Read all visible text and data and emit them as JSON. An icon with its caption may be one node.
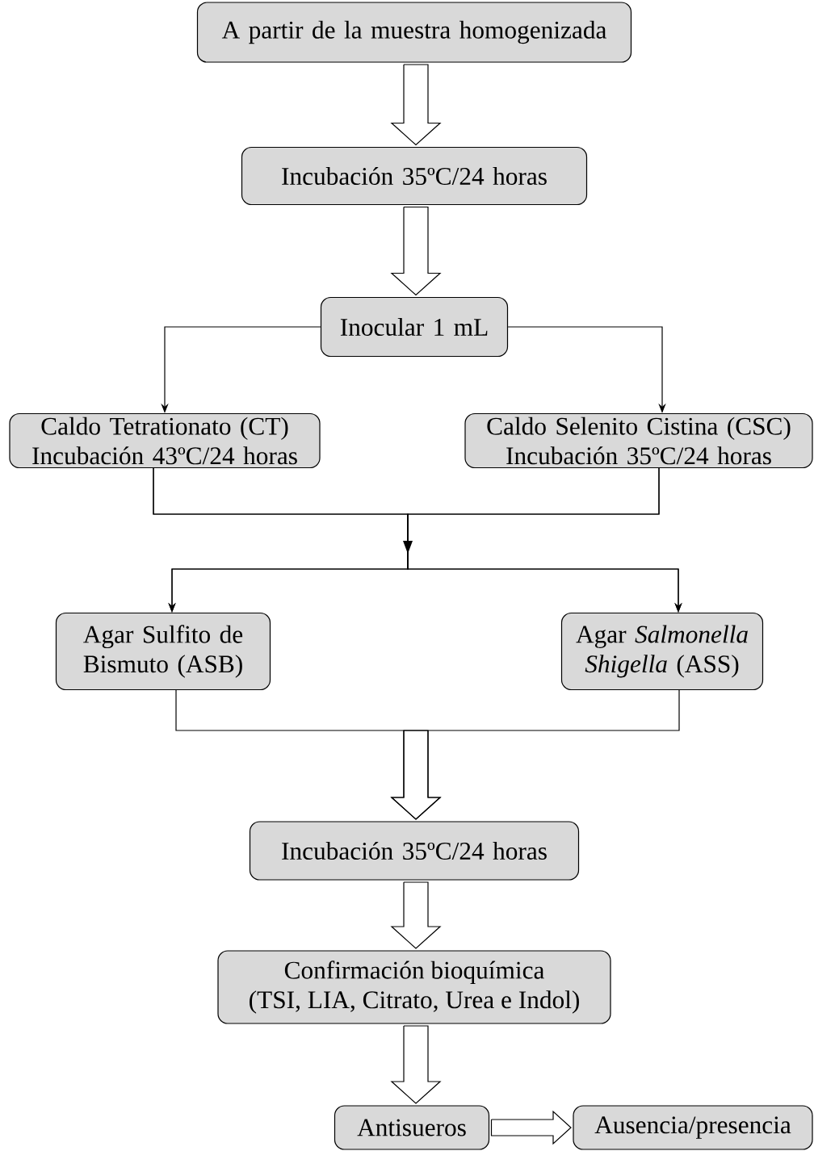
{
  "diagram": {
    "nodes": [
      {
        "text": [
          "A partir de la muestra homogenizada"
        ]
      },
      {
        "text": [
          "Incubación 35ºC/24 horas"
        ]
      },
      {
        "text": [
          "Inocular 1 mL"
        ]
      },
      {
        "text": [
          "Caldo Tetrationato (CT) Incubación 43ºC/24 horas"
        ]
      },
      {
        "text": [
          "Caldo Selenito Cistina (CSC) Incubación 35ºC/24 horas"
        ]
      },
      {
        "text": [
          "Agar Sulfito de Bismuto (ASB)"
        ]
      },
      {
        "text": [
          "Agar *Salmonella Shigella* (ASS)"
        ]
      },
      {
        "text": [
          "Incubación 35ºC/24 horas"
        ]
      },
      {
        "text": [
          "Confirmación bioquímica (TSI, LIA, Citrato, Urea e Indol)"
        ]
      },
      {
        "text": [
          "Antisueros"
        ]
      },
      {
        "text": [
          "Ausencia/presencia"
        ]
      }
    ],
    "edges": [
      {
        "from": 0,
        "to": 1,
        "arrow": "to",
        "style": "thick"
      },
      {
        "from": 1,
        "to": 2,
        "arrow": "to",
        "style": "thick"
      },
      {
        "from": 2,
        "to": 3,
        "arrow": "to"
      },
      {
        "from": 2,
        "to": 4,
        "arrow": "to"
      },
      {
        "from": 3,
        "to": 5,
        "arrow": "to"
      },
      {
        "from": 3,
        "to": 6,
        "arrow": "to"
      },
      {
        "from": 4,
        "to": 5,
        "arrow": "to"
      },
      {
        "from": 4,
        "to": 6,
        "arrow": "to"
      },
      {
        "from": 5,
        "to": 7,
        "arrow": "to",
        "style": "thick"
      },
      {
        "from": 6,
        "to": 7,
        "arrow": "to",
        "style": "thick"
      },
      {
        "from": 7,
        "to": 8,
        "arrow": "to",
        "style": "thick"
      },
      {
        "from": 8,
        "to": 9,
        "arrow": "to",
        "style": "thick"
      },
      {
        "from": 9,
        "to": 10,
        "arrow": "to",
        "style": "thick"
      }
    ]
  }
}
